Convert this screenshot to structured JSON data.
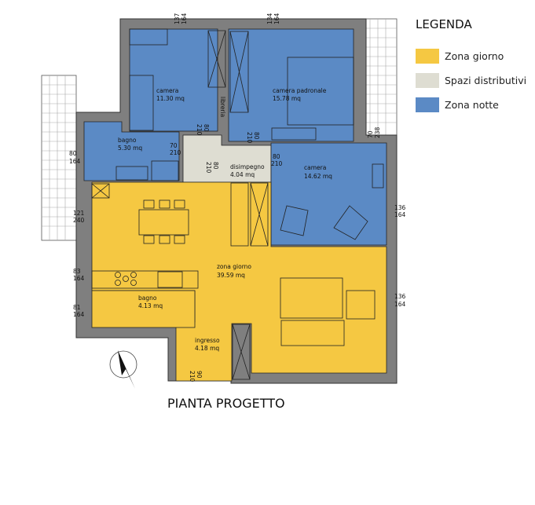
{
  "legend": {
    "title": "LEGENDA",
    "items": [
      {
        "label": "Zona giorno",
        "color": "#f5c842"
      },
      {
        "label": "Spazi distributivi",
        "color": "#deddd2"
      },
      {
        "label": "Zona notte",
        "color": "#5b8ac5"
      }
    ]
  },
  "title": "PIANTA PROGETTO",
  "rooms": {
    "camera1": {
      "name": "camera",
      "area": "11.30 mq"
    },
    "padronale": {
      "name": "camera padronale",
      "area": "15.78 mq"
    },
    "bagno1": {
      "name": "bagno",
      "area": "5.30 mq"
    },
    "disimpegno": {
      "name": "disimpegno",
      "area": "4.04 mq"
    },
    "camera2": {
      "name": "camera",
      "area": "14.62 mq"
    },
    "giorno": {
      "name": "zona giorno",
      "area": "39.59 mq"
    },
    "bagno2": {
      "name": "bagno",
      "area": "4.13 mq"
    },
    "ingresso": {
      "name": "ingresso",
      "area": "4.18 mq"
    },
    "libreria": "libreria"
  },
  "dims": {
    "w1": [
      "137",
      "164"
    ],
    "w2": [
      "134",
      "164"
    ],
    "w3": [
      "70",
      "238"
    ],
    "l1": [
      "80",
      "164"
    ],
    "l2": [
      "121",
      "240"
    ],
    "l3": [
      "83",
      "164"
    ],
    "l4": [
      "81",
      "164"
    ],
    "r1": [
      "136",
      "164"
    ],
    "r2": [
      "136",
      "164"
    ],
    "d1": [
      "70",
      "210"
    ],
    "d2": [
      "80",
      "210"
    ],
    "d3": [
      "80",
      "210"
    ],
    "d4": [
      "80",
      "210"
    ],
    "d5": [
      "210",
      "80"
    ],
    "d6": [
      "90",
      "210"
    ]
  }
}
